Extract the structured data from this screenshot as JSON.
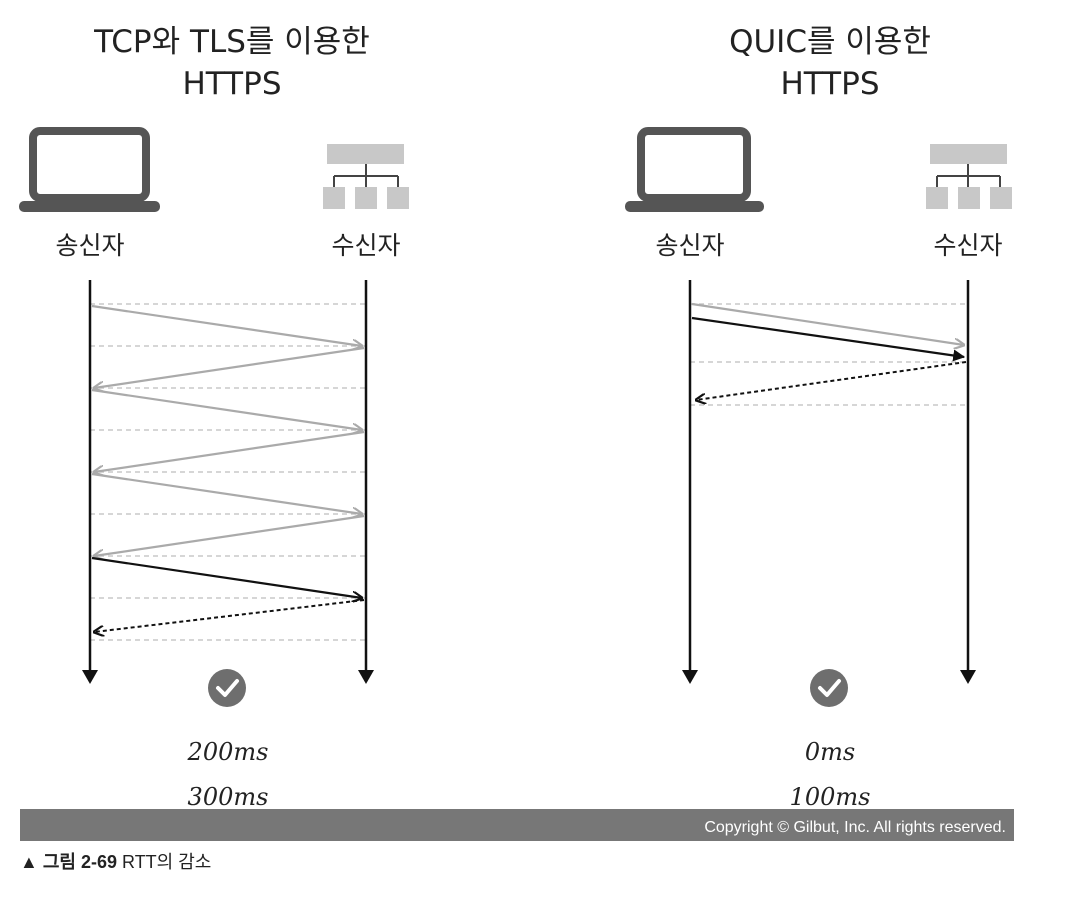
{
  "panels": [
    {
      "title_line1": "TCP와 TLS를 이용한",
      "title_line2": "HTTPS",
      "sender_label": "송신자",
      "receiver_label": "수신자",
      "laptop_icon": "laptop-icon",
      "server_icon": "server-network-icon",
      "check_icon": "check-circle-icon",
      "time_top": "200ms",
      "time_bottom": "300ms"
    },
    {
      "title_line1": "QUIC를 이용한",
      "title_line2": "HTTPS",
      "sender_label": "송신자",
      "receiver_label": "수신자",
      "laptop_icon": "laptop-icon",
      "server_icon": "server-network-icon",
      "check_icon": "check-circle-icon",
      "time_top": "0ms",
      "time_bottom": "100ms"
    }
  ],
  "copyright": "Copyright © Gilbut, Inc. All rights reserved.",
  "caption": {
    "marker": "▲",
    "figure_label": "그림 2-69",
    "text": "RTT의 감소"
  },
  "colors": {
    "handshake_arrow": "#aaaaaa",
    "data_arrow": "#111111",
    "guide_line": "#c8c8c8",
    "icon_dark": "#555555",
    "server_gray": "#c8c8c8",
    "check_circle": "#6e6e6e",
    "copyright_bar": "#777777"
  }
}
